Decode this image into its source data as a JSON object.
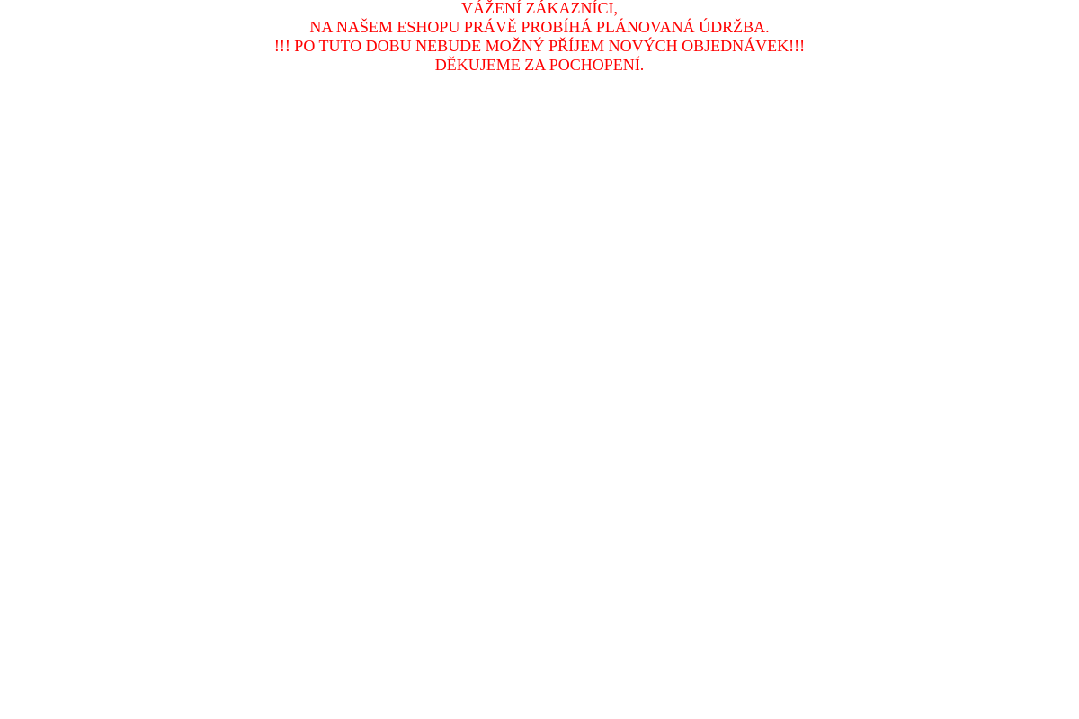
{
  "maintenance_notice": {
    "text_color": "#ff0000",
    "lines": [
      "VÁŽENÍ ZÁKAZNÍCI,",
      "NA NAŠEM ESHOPU PRÁVĚ PROBÍHÁ PLÁNOVANÁ ÚDRŽBA.",
      "!!! PO TUTO DOBU NEBUDE MOŽNÝ PŘÍJEM NOVÝCH OBJEDNÁVEK!!!",
      "DĚKUJEME ZA POCHOPENÍ."
    ]
  }
}
